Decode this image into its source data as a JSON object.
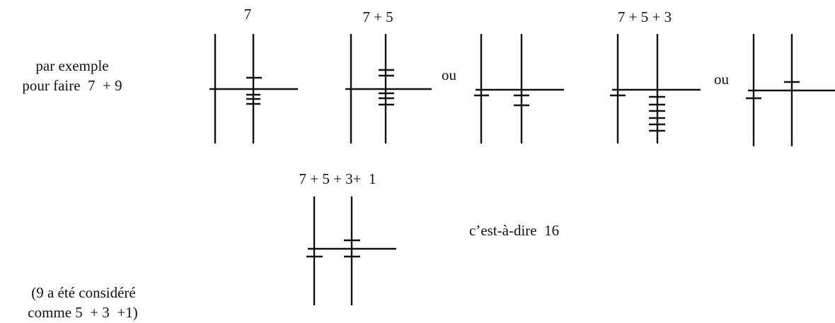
{
  "labels": {
    "intro_line1": "par exemple",
    "intro_line2": "pour faire  7  + 9",
    "step1": "7",
    "step2": "7 + 5",
    "or1": "ou",
    "step3": "7 + 5 + 3",
    "or2": "ou",
    "step4": "7 + 5 + 3+  1",
    "result": "c’est-à-dire  16",
    "note_line1": "(9 a été considéré",
    "note_line2": "comme 5  + 3  +1)"
  }
}
